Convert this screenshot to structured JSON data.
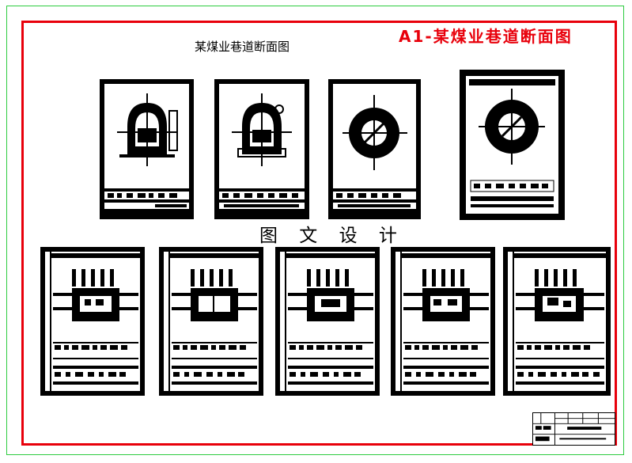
{
  "corner_title": "A1-某煤业巷道断面图",
  "drawing_title": "某煤业巷道断面图",
  "center_label": "图 文 设 计",
  "colors": {
    "frame_red": "#e8000b",
    "outer_green": "#2ecc40",
    "ink": "#000000"
  },
  "top_sheets": [
    {
      "variant": "arch-section-a"
    },
    {
      "variant": "arch-section-b"
    },
    {
      "variant": "ring-section-a"
    },
    {
      "variant": "ring-section-b"
    }
  ],
  "bottom_sheets": [
    {
      "variant": "plan-a"
    },
    {
      "variant": "plan-b"
    },
    {
      "variant": "plan-c"
    },
    {
      "variant": "plan-d"
    },
    {
      "variant": "plan-e"
    }
  ]
}
